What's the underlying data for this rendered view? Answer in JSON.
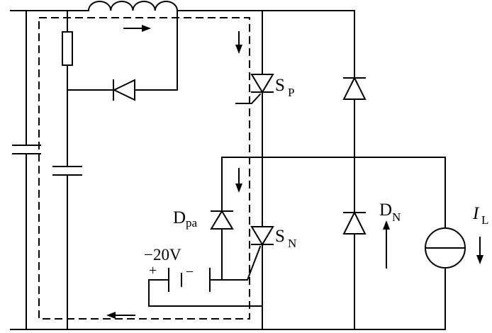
{
  "labels": {
    "s_p": {
      "main": "S",
      "sub": "P"
    },
    "s_n": {
      "main": "S",
      "sub": "N"
    },
    "d_pa": {
      "main": "D",
      "sub": "pa"
    },
    "d_n": {
      "main": "D",
      "sub": "N"
    },
    "i_l": {
      "main": "I",
      "sub": "L"
    },
    "battery_voltage": "−20V",
    "battery_plus": "+",
    "battery_minus": "−"
  }
}
